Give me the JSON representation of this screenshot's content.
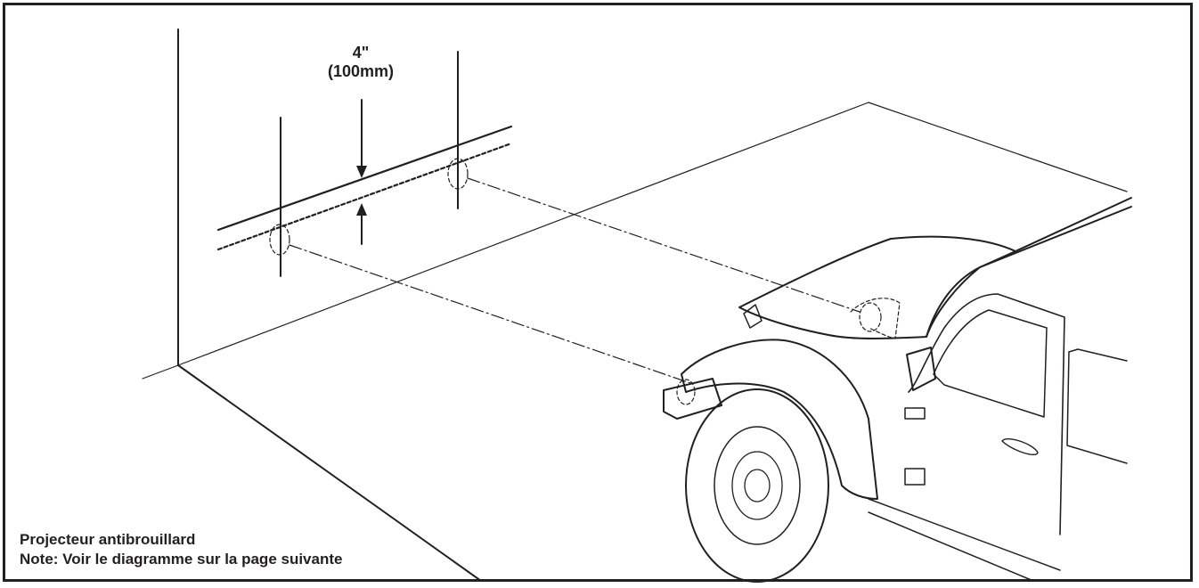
{
  "dimension": {
    "value_label": "4\"",
    "metric_label": "(100mm)"
  },
  "caption": {
    "line1": "Projecteur antibrouillard",
    "line2": "Note: Voir le diagramme sur la page suivante"
  },
  "colors": {
    "ink": "#231f20",
    "background": "#ffffff"
  }
}
